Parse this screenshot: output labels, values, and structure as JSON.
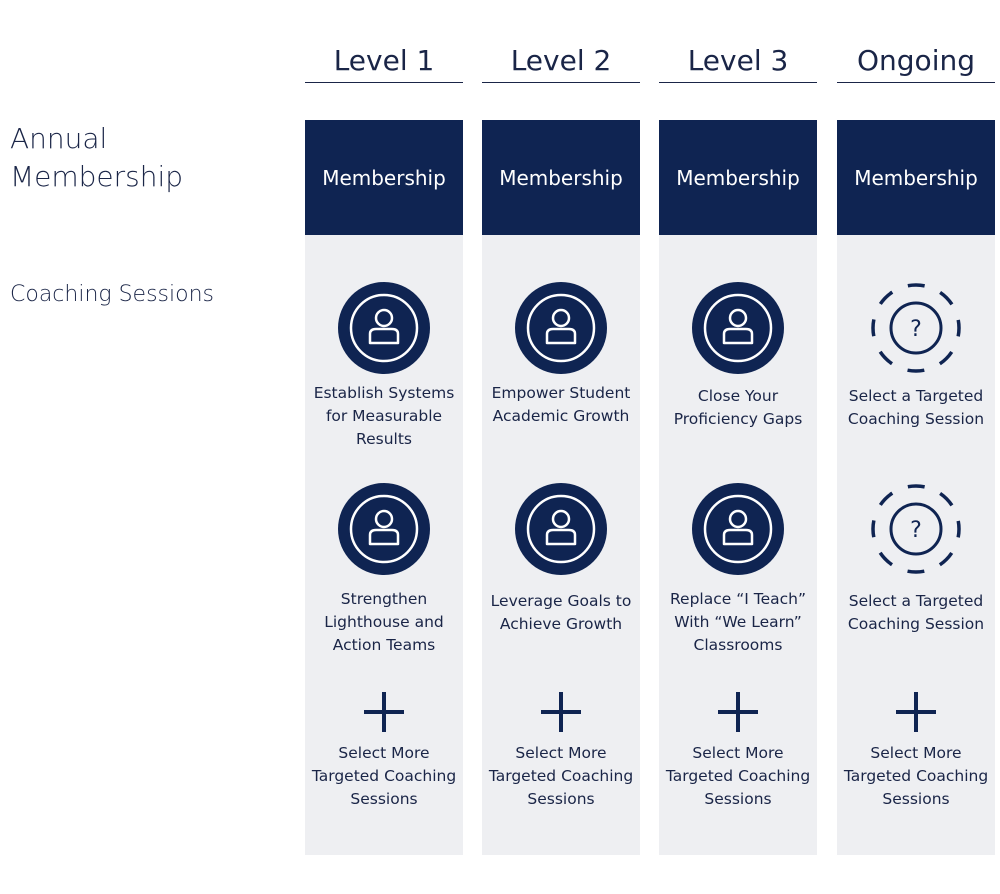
{
  "row_labels": {
    "annual_membership": "Annual Membership",
    "coaching_sessions": "Coaching Sessions"
  },
  "colors": {
    "navy": "#0f2452",
    "panel": "#eeeff2",
    "text": "#1a2547"
  },
  "columns": [
    {
      "header": "Level 1",
      "membership": "Membership",
      "sessions": [
        {
          "icon": "person-icon",
          "text": "Establish Systems for Measurable Results"
        },
        {
          "icon": "person-icon",
          "text": "Strengthen Lighthouse and Action Teams"
        }
      ],
      "more": {
        "icon": "plus-icon",
        "text": "Select More Targeted Coaching Sessions"
      }
    },
    {
      "header": "Level 2",
      "membership": "Membership",
      "sessions": [
        {
          "icon": "person-icon",
          "text": "Empower Student Academic Growth"
        },
        {
          "icon": "person-icon",
          "text": "Leverage Goals to Achieve Growth"
        }
      ],
      "more": {
        "icon": "plus-icon",
        "text": "Select More Targeted Coaching Sessions"
      }
    },
    {
      "header": "Level 3",
      "membership": "Membership",
      "sessions": [
        {
          "icon": "person-icon",
          "text": "Close Your Proficiency Gaps"
        },
        {
          "icon": "person-icon",
          "text": "Replace “I Teach” With “We Learn” Classrooms"
        }
      ],
      "more": {
        "icon": "plus-icon",
        "text": "Select More Targeted Coaching Sessions"
      }
    },
    {
      "header": "Ongoing",
      "membership": "Membership",
      "sessions": [
        {
          "icon": "question-icon",
          "text": "Select a Targeted Coaching Session"
        },
        {
          "icon": "question-icon",
          "text": "Select a Targeted Coaching Session"
        }
      ],
      "more": {
        "icon": "plus-icon",
        "text": "Select More Targeted Coaching Sessions"
      }
    }
  ]
}
